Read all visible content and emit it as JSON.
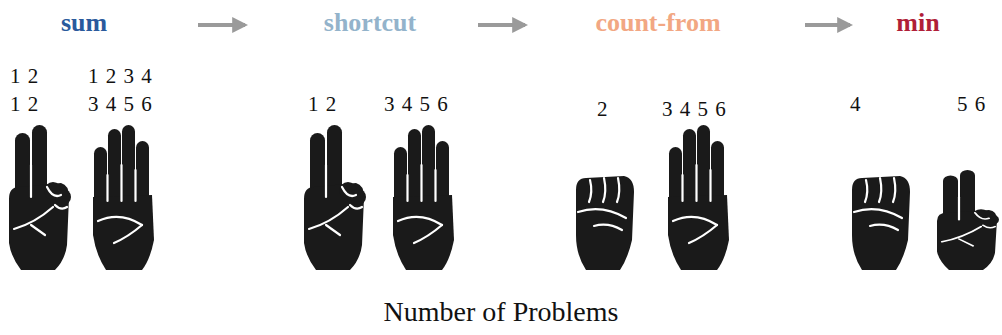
{
  "diagram": {
    "caption": "Number of Problems",
    "nodes": [
      {
        "text": [
          "sum"
        ]
      },
      {
        "text": [
          "shortcut"
        ]
      },
      {
        "text": [
          "count-from"
        ]
      },
      {
        "text": [
          "min"
        ]
      }
    ],
    "edges": [
      {
        "from": 0,
        "to": 1,
        "arrow": "to"
      },
      {
        "from": 1,
        "to": 2,
        "arrow": "to"
      },
      {
        "from": 2,
        "to": 3,
        "arrow": "to"
      }
    ],
    "labels": [
      "1 2",
      "1 2 3 4",
      "1 2",
      "3 4 5 6",
      "1 2",
      "3 4 5 6",
      "2",
      "3 4 5 6",
      "4",
      "5 6"
    ]
  }
}
